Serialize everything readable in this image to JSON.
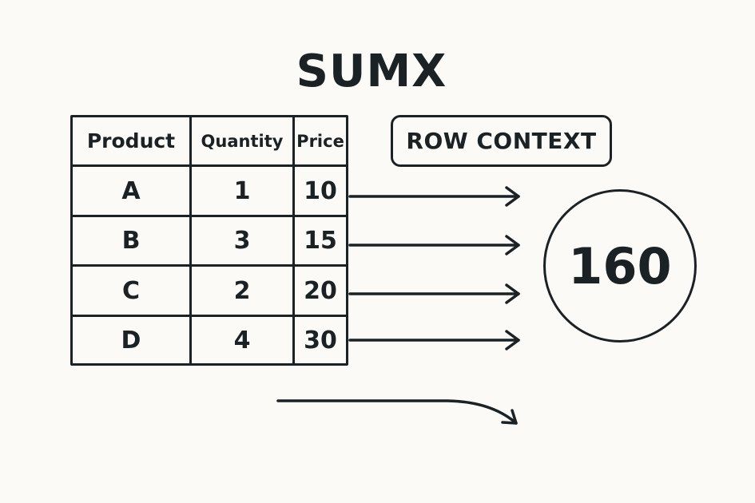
{
  "title": "SUMX",
  "table": {
    "headers": [
      "Product",
      "Quantity",
      "Price"
    ],
    "rows": [
      [
        "A",
        "1",
        "10"
      ],
      [
        "B",
        "3",
        "15"
      ],
      [
        "C",
        "2",
        "20"
      ],
      [
        "D",
        "4",
        "30"
      ]
    ]
  },
  "row_context_label": "ROW CONTEXT",
  "result_value": "160",
  "colors": {
    "background": "#fbfaf6",
    "ink": "#1b2226"
  }
}
